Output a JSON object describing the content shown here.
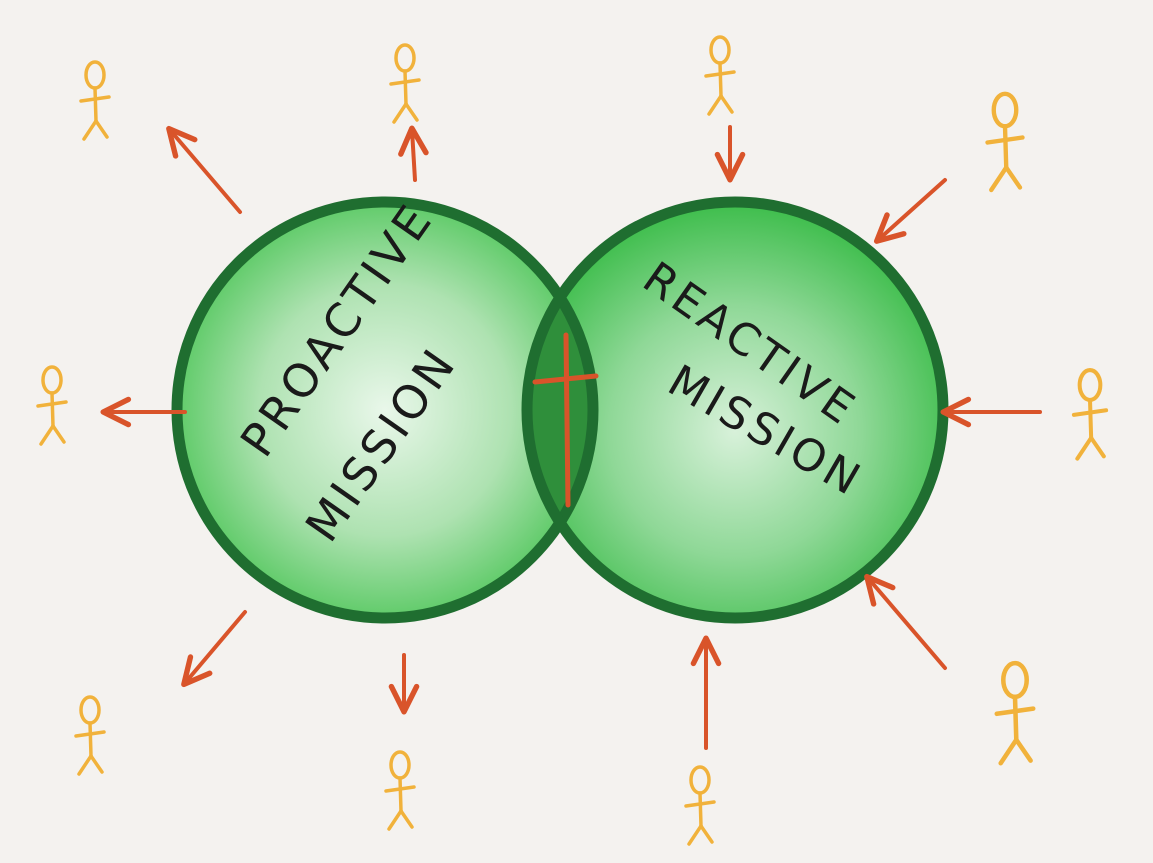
{
  "diagram": {
    "left_circle": {
      "line1": "PROACTIVE",
      "line2": "MISSION"
    },
    "right_circle": {
      "line1": "REACTIVE",
      "line2": "MISSION"
    },
    "center_symbol": "cross-icon"
  },
  "colors": {
    "background": "#f4f2ef",
    "circle_fill": "#4cc557",
    "circle_stroke": "#1f6e30",
    "overlap_fill": "#2f8f3b",
    "arrow": "#d9542a",
    "person": "#f1b23b",
    "cross": "#d9542a"
  }
}
